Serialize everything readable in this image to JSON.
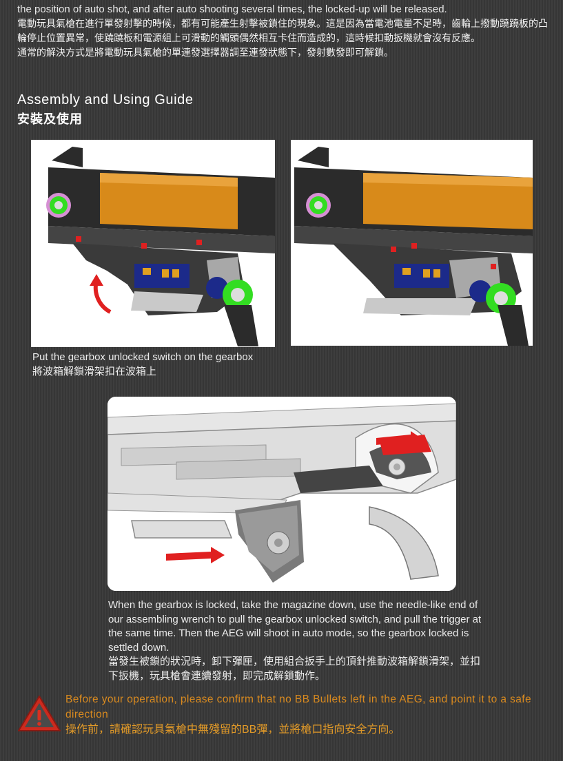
{
  "intro": {
    "line_en": "the position of auto shot, and after auto shooting several times, the locked-up will be released.",
    "para_zh_1": "電動玩具氣槍在進行單發射擊的時候，都有可能產生射擊被鎖住的現象。這是因為當電池電量不足時，齒輪上撥動蹺蹺板的凸輪停止位置異常，使蹺蹺板和電源組上可滑動的觸頭偶然相互卡住而造成的，這時候扣動扳機就會沒有反應。",
    "para_zh_2": "通常的解決方式是將電動玩具氣槍的單連發選擇器調至連發狀態下，發射數發即可解鎖。"
  },
  "section": {
    "title_en": "Assembly and Using Guide",
    "title_zh": "安裝及使用"
  },
  "step1": {
    "caption_en": "Put the gearbox unlocked switch on the gearbox",
    "caption_zh": "將波箱解鎖滑架扣在波箱上"
  },
  "step2": {
    "caption_en": "When the gearbox is locked, take the magazine down, use the needle-like end of our assembling wrench to pull the gearbox unlocked switch, and pull the trigger at the same time. Then the AEG will shoot in auto mode, so the gearbox locked is settled down.",
    "caption_zh": "當發生被鎖的狀況時，卸下彈匣，使用組合扳手上的頂針推動波箱解鎖滑架，並扣下扳機，玩具槍會連續發射，即完成解鎖動作。"
  },
  "warning": {
    "text_en": "Before your operation, please confirm that no BB Bullets left in the AEG, and point it to a safe direction",
    "text_zh": "操作前，請確認玩具氣槍中無殘留的BB彈，並將槍口指向安全方向。",
    "icon": "warning-triangle-icon"
  },
  "colors": {
    "background": "#3b3b3b",
    "warning_text": "#d98a1f",
    "arrow_red": "#e02020",
    "gear_green": "#33dd22",
    "cylinder_orange": "#d88a1a"
  }
}
